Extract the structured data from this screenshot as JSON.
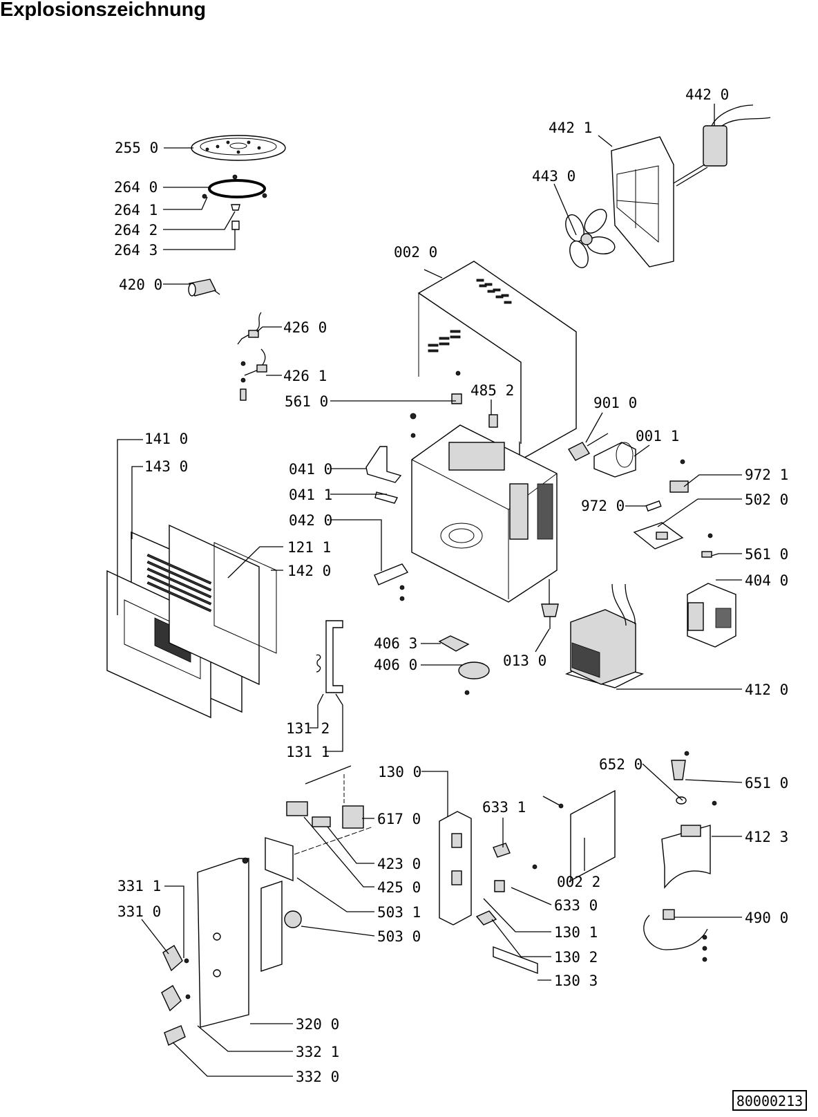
{
  "title": "Explosionszeichnung",
  "document_number": "80000213",
  "labels": {
    "p442_0": "442 0",
    "p442_1": "442 1",
    "p443_0": "443 0",
    "p255_0": "255 0",
    "p264_0": "264 0",
    "p264_1": "264 1",
    "p264_2": "264 2",
    "p264_3": "264 3",
    "p420_0": "420 0",
    "p426_0": "426 0",
    "p426_1": "426 1",
    "p002_0": "002 0",
    "p561_0a": "561 0",
    "p485_2": "485 2",
    "p901_0": "901 0",
    "p001_1": "001 1",
    "p141_0": "141 0",
    "p143_0": "143 0",
    "p041_0": "041 0",
    "p041_1": "041 1",
    "p042_0": "042 0",
    "p121_1": "121 1",
    "p142_0": "142 0",
    "p972_1": "972 1",
    "p972_0": "972 0",
    "p502_0": "502 0",
    "p561_0b": "561 0",
    "p404_0": "404 0",
    "p406_3": "406 3",
    "p406_0": "406 0",
    "p013_0": "013 0",
    "p412_0": "412 0",
    "p131_2": "131 2",
    "p131_1": "131 1",
    "p130_0": "130 0",
    "p652_0": "652 0",
    "p651_0": "651 0",
    "p633_1": "633 1",
    "p617_0": "617 0",
    "p423_0": "423 0",
    "p425_0": "425 0",
    "p503_1": "503 1",
    "p503_0": "503 0",
    "p002_2": "002 2",
    "p633_0": "633 0",
    "p412_3": "412 3",
    "p130_1": "130 1",
    "p130_2": "130 2",
    "p130_3": "130 3",
    "p490_0": "490 0",
    "p331_1": "331 1",
    "p331_0": "331 0",
    "p320_0": "320 0",
    "p332_1": "332 1",
    "p332_0": "332 0"
  }
}
